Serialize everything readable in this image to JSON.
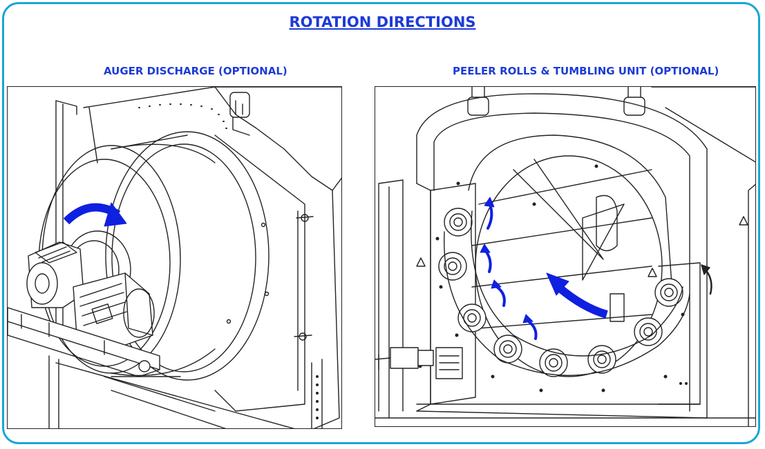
{
  "header": {
    "title": "ROTATION DIRECTIONS"
  },
  "sections": {
    "left": {
      "label": "AUGER DISCHARGE (OPTIONAL)"
    },
    "right": {
      "label": "PEELER ROLLS & TUMBLING UNIT (OPTIONAL)"
    }
  },
  "colors": {
    "frame": "#1aa6d6",
    "heading": "#1c3bd6",
    "arrow": "#1020e0",
    "line": "#222222"
  }
}
